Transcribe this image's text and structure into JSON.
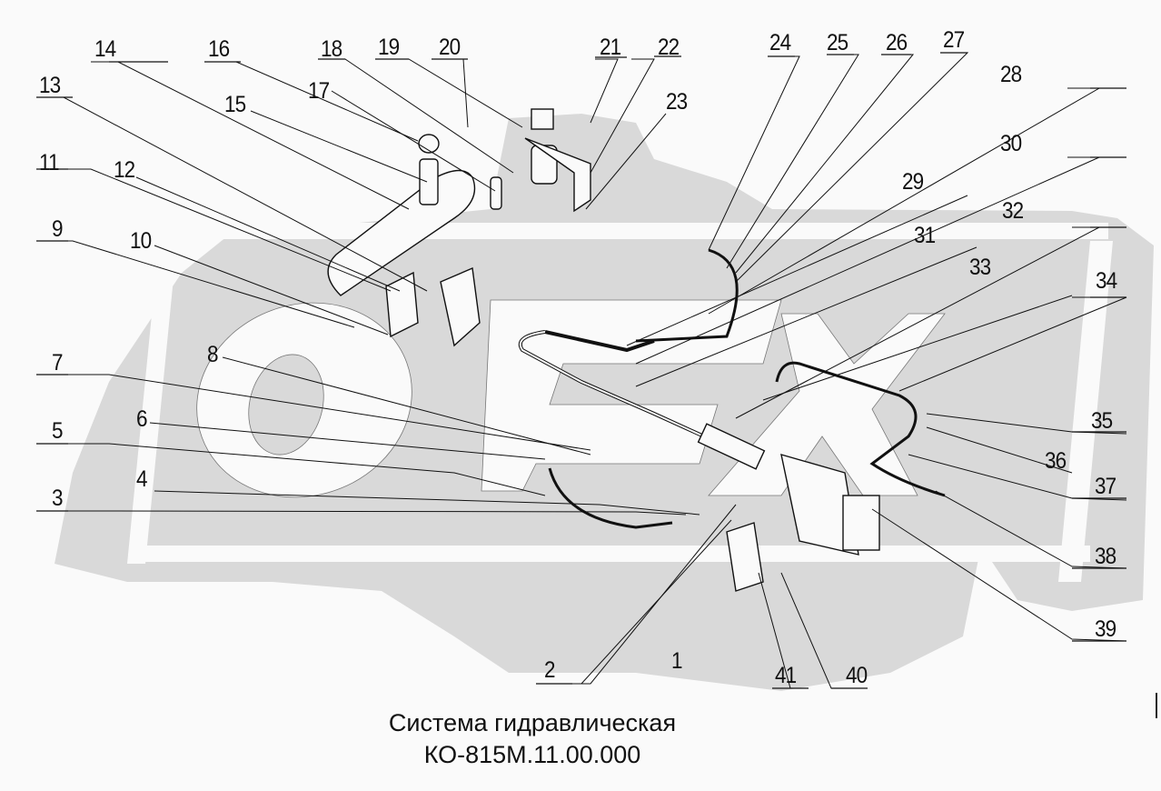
{
  "diagram": {
    "title": "Система гидравлическая",
    "code": "КО-815М.11.00.000",
    "watermark": "OPEX",
    "colors": {
      "background": "#fafafa",
      "watermark_gray": "#d9d9d9",
      "line": "#111111"
    },
    "callouts": [
      "1",
      "2",
      "3",
      "4",
      "5",
      "6",
      "7",
      "8",
      "9",
      "10",
      "11",
      "12",
      "13",
      "14",
      "15",
      "16",
      "17",
      "18",
      "19",
      "20",
      "21",
      "22",
      "23",
      "24",
      "25",
      "26",
      "27",
      "28",
      "29",
      "30",
      "31",
      "32",
      "33",
      "34",
      "35",
      "36",
      "37",
      "38",
      "39",
      "40",
      "41"
    ]
  }
}
